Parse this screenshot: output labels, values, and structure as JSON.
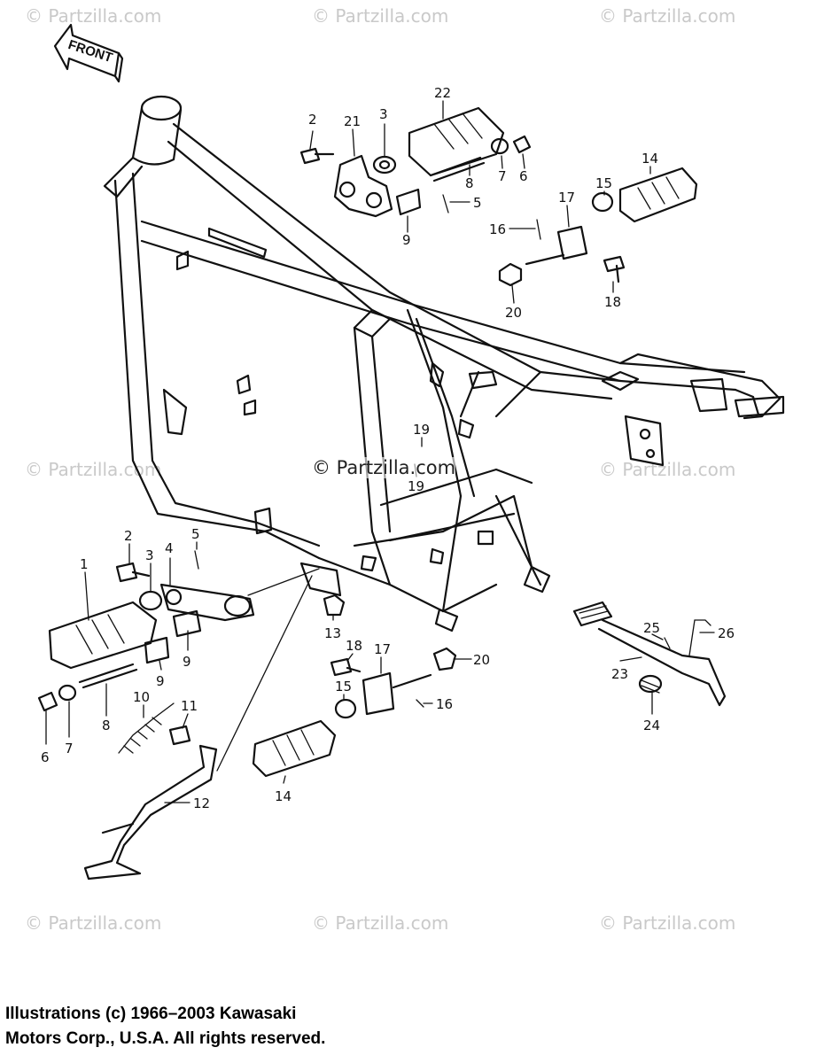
{
  "watermark": "© Partzilla.com",
  "center_watermark": "© Partzilla.com",
  "front_arrow": "FRONT",
  "copyright": {
    "line1": "Illustrations (c) 1966–2003 Kawasaki",
    "line2": "Motors Corp., U.S.A.  All rights reserved."
  },
  "callouts": {
    "c1": "1",
    "c2a": "2",
    "c2b": "2",
    "c3a": "3",
    "c3b": "3",
    "c4": "4",
    "c5a": "5",
    "c5b": "5",
    "c6a": "6",
    "c6b": "6",
    "c7a": "7",
    "c7b": "7",
    "c8a": "8",
    "c8b": "8",
    "c9a": "9",
    "c9b": "9",
    "c9c": "9",
    "c10": "10",
    "c11": "11",
    "c12": "12",
    "c13": "13",
    "c14a": "14",
    "c14b": "14",
    "c15a": "15",
    "c15b": "15",
    "c16a": "16",
    "c16b": "16",
    "c17a": "17",
    "c17b": "17",
    "c18a": "18",
    "c18b": "18",
    "c19a": "19",
    "c19b": "19",
    "c20a": "20",
    "c20b": "20",
    "c21": "21",
    "c22": "22",
    "c23": "23",
    "c24": "24",
    "c25": "25",
    "c26": "26"
  }
}
